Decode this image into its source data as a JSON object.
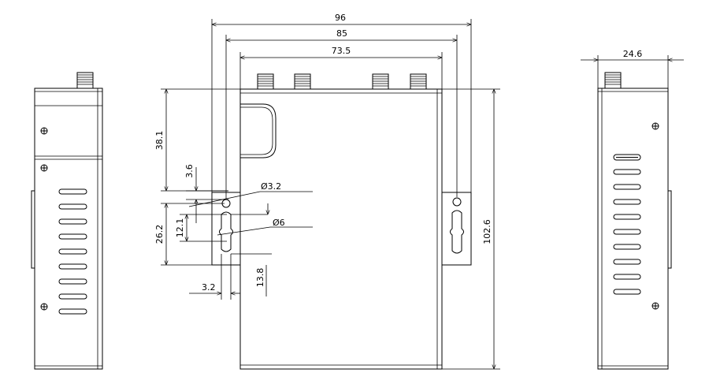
{
  "dimensions": {
    "width_96": "96",
    "width_85": "85",
    "width_73_5": "73.5",
    "height_38_1": "38.1",
    "offset_3_6": "3.6",
    "hole_dia_3_2": "Ø3.2",
    "slot_12_1": "12.1",
    "slot_dia_6": "Ø6",
    "pitch_26_2": "26.2",
    "slot_13_8": "13.8",
    "edge_3_2": "3.2",
    "height_102_6": "102.6",
    "depth_24_6": "24.6"
  }
}
